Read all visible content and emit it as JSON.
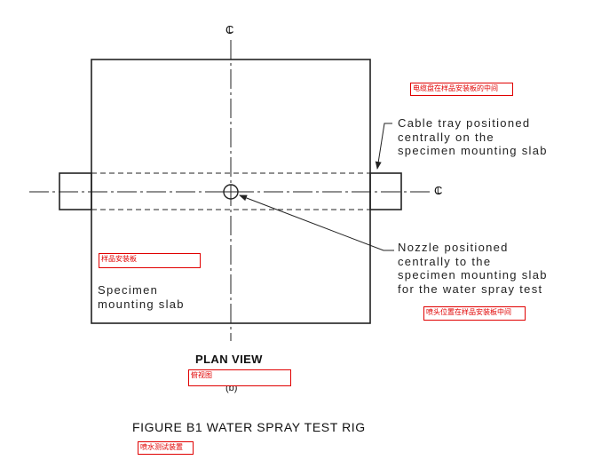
{
  "labels": {
    "cable_tray_note": "Cable tray positioned\ncentrally on the\nspecimen mounting slab",
    "nozzle_note": "Nozzle positioned\ncentrally to the\nspecimen mounting slab\nfor the water spray test",
    "specimen_label": "Specimen\nmounting slab",
    "view_title": "PLAN VIEW",
    "view_subtitle": "(b)",
    "figure_caption": "FIGURE  B1   WATER SPRAY TEST RIG"
  },
  "centerline_marks": {
    "top": "C",
    "right": "C",
    "subscript": "L"
  },
  "annotations": {
    "cable_tray_cn": "电缆盘在样品安装板的中间",
    "specimen_cn": "样品安装板",
    "nozzle_cn": "喷头位置在样品安装板中间",
    "view_cn": "俯视图",
    "caption_cn": "喷水测试装置"
  },
  "colors": {
    "line": "#222222",
    "annotation": "#e00000"
  }
}
